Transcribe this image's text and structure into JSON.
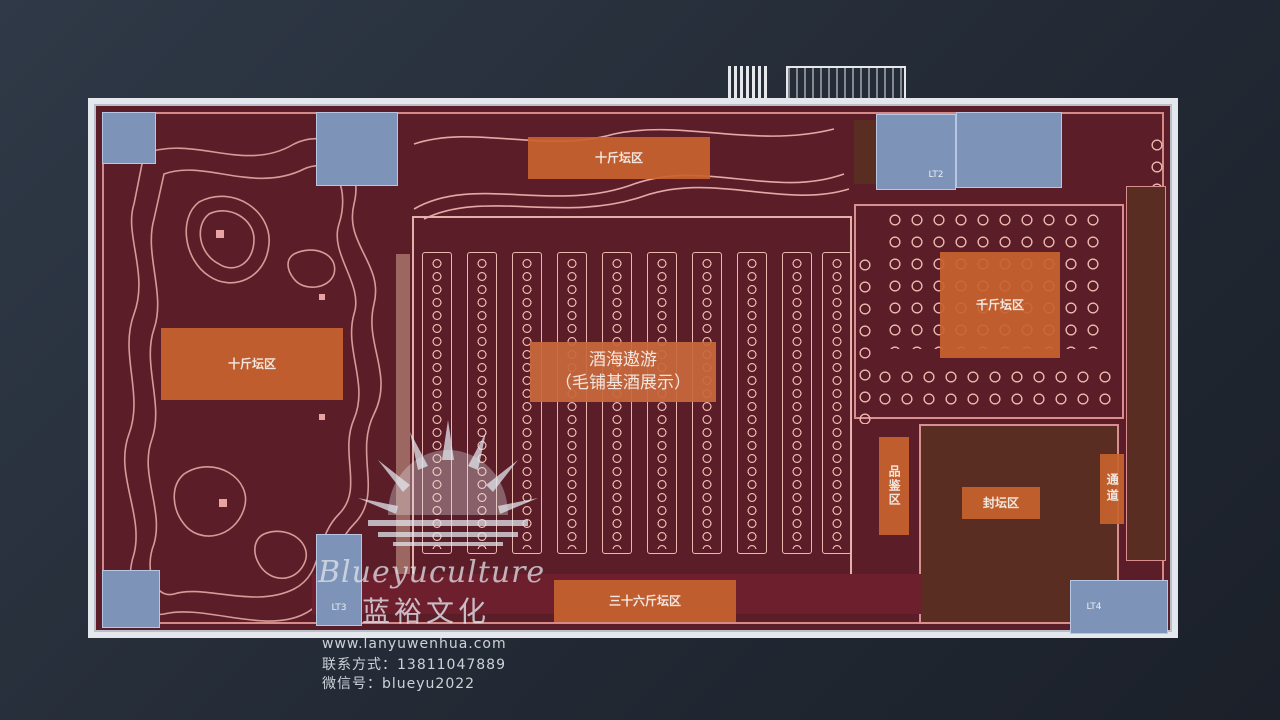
{
  "zones": {
    "top_center": "十斤坛区",
    "left": "十斤坛区",
    "right": "千斤坛区",
    "center_line1": "酒海遨游",
    "center_line2": "（毛铺基酒展示）",
    "bottom": "三十六斤坛区",
    "tasting": "品鉴区",
    "sealing": "封坛区",
    "passage": "通道"
  },
  "elevators": {
    "lt2": "LT2",
    "lt3": "LT3",
    "lt4": "LT4"
  },
  "watermark": {
    "brand_en": "Blueyuculture",
    "brand_cn": "蓝裕文化",
    "website": "www.lanyuwenhua.com",
    "contact": "联系方式：13811047889",
    "wechat": "微信号：blueyu2022"
  },
  "colors": {
    "floor": "#5b1e28",
    "zone_fill": "#c8632f",
    "elevator": "#7d93b8",
    "outline": "#e8b6ac"
  }
}
